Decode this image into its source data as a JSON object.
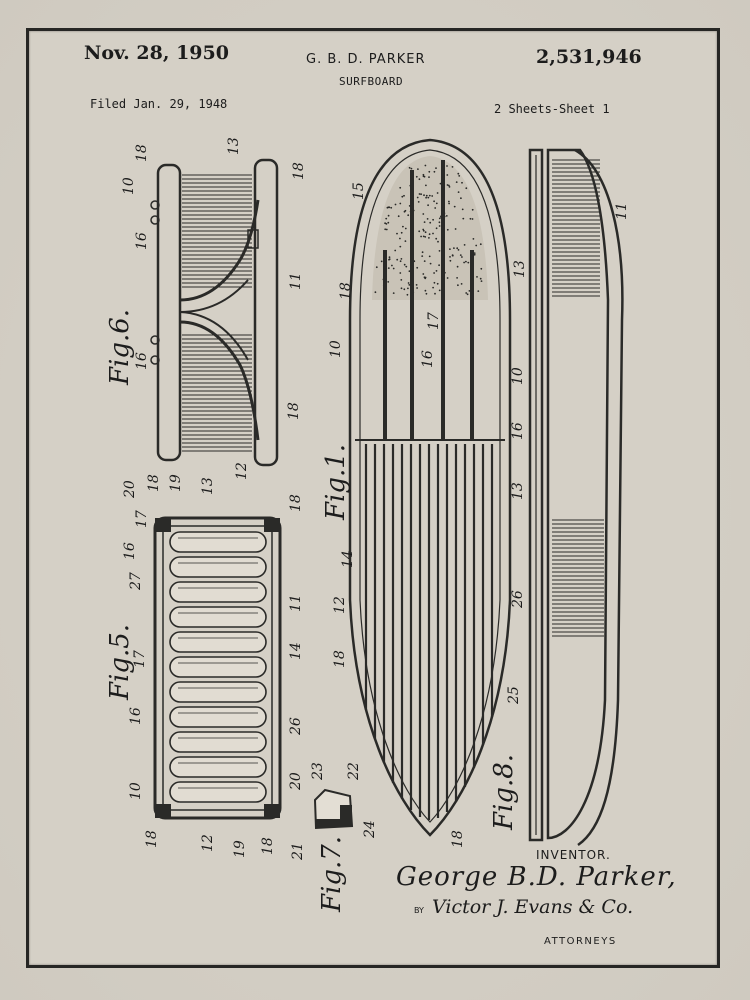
{
  "header": {
    "date": "Nov. 28, 1950",
    "inventor": "G. B. D. PARKER",
    "patent_number": "2,531,946",
    "title": "SURFBOARD",
    "filed": "Filed Jan. 29, 1948",
    "sheets": "2 Sheets-Sheet 1"
  },
  "figures": {
    "fig1": "Fig.1.",
    "fig5": "Fig.5.",
    "fig6": "Fig.6.",
    "fig7": "Fig.7.",
    "fig8": "Fig.8."
  },
  "reference_numerals": {
    "fig6": [
      "10",
      "18",
      "13",
      "18",
      "16",
      "11",
      "16",
      "18",
      "12"
    ],
    "fig5": [
      "20",
      "18",
      "19",
      "13",
      "18",
      "17",
      "16",
      "27",
      "11",
      "14",
      "17",
      "26",
      "16",
      "20",
      "10",
      "18",
      "12",
      "19",
      "18"
    ],
    "fig1": [
      "15",
      "18",
      "17",
      "16",
      "10",
      "14",
      "12",
      "18",
      "26",
      "25",
      "18"
    ],
    "fig7": [
      "23",
      "22",
      "21",
      "24"
    ],
    "fig8": [
      "11",
      "13",
      "10",
      "16",
      "13"
    ]
  },
  "footer": {
    "inventor_label": "INVENTOR.",
    "signature": "George B.D. Parker,",
    "by": "BY",
    "attorney_signature": "Victor J. Evans & Co.",
    "attorneys_label": "ATTORNEYS"
  }
}
